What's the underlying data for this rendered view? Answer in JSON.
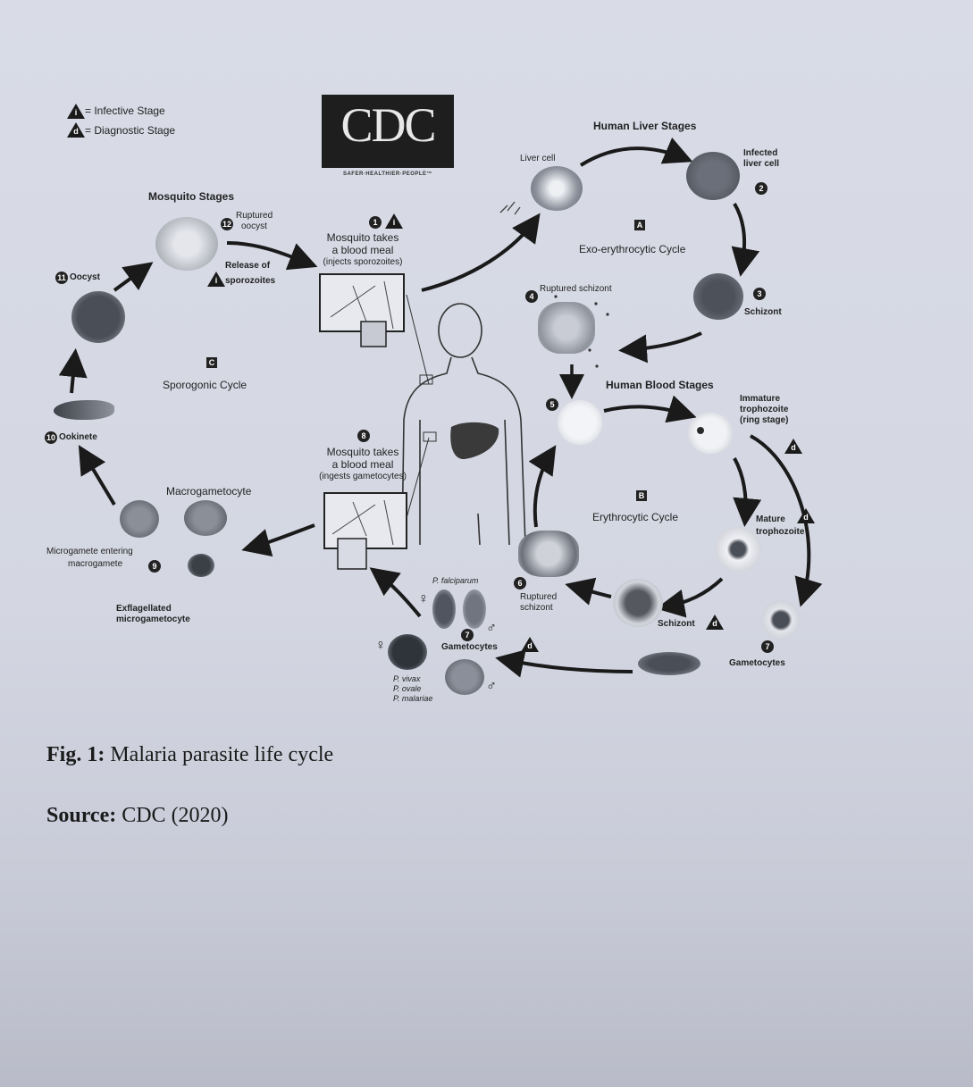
{
  "legend": {
    "infective": "= Infective Stage",
    "diagnostic": "= Diagnostic Stage",
    "infective_symbol": "i",
    "diagnostic_symbol": "d"
  },
  "logo": {
    "text": "CDC",
    "tagline": "SAFER·HEALTHIER·PEOPLE™"
  },
  "sections": {
    "mosquito_stages": "Mosquito Stages",
    "liver_stages": "Human Liver Stages",
    "blood_stages": "Human Blood Stages"
  },
  "cycles": {
    "exo": {
      "letter": "A",
      "name": "Exo-erythrocytic Cycle"
    },
    "ery": {
      "letter": "B",
      "name": "Erythrocytic Cycle"
    },
    "spo": {
      "letter": "C",
      "name": "Sporogonic Cycle"
    }
  },
  "steps": {
    "s1": {
      "num": "1",
      "line1": "Mosquito takes",
      "line2": "a blood meal",
      "line3": "(injects sporozoites)"
    },
    "s2": {
      "num": "2",
      "line1": "Infected",
      "line2": "liver cell"
    },
    "s3": {
      "num": "3",
      "label": "Schizont"
    },
    "s4": {
      "num": "4",
      "label": "Ruptured schizont"
    },
    "s5": {
      "num": "5"
    },
    "s6": {
      "num": "6",
      "line1": "Ruptured",
      "line2": "schizont"
    },
    "s7": {
      "num": "7",
      "label": "Gametocytes"
    },
    "s8": {
      "num": "8",
      "line1": "Mosquito takes",
      "line2": "a blood meal",
      "line3": "(ingests gametocytes)"
    },
    "s9": {
      "num": "9",
      "line1": "Microgamete entering",
      "line2": "macrogamete"
    },
    "s10": {
      "num": "10",
      "label": "Ookinete"
    },
    "s11": {
      "num": "11",
      "label": "Oocyst"
    },
    "s12": {
      "num": "12",
      "line1": "Ruptured",
      "line2": "oocyst"
    }
  },
  "labels": {
    "liver_cell": "Liver cell",
    "release_line1": "Release of",
    "release_line2": "sporozoites",
    "immature_line1": "Immature",
    "immature_line2": "trophozoite",
    "immature_line3": "(ring stage)",
    "mature_line1": "Mature",
    "mature_line2": "trophozoite",
    "schizont_blood": "Schizont",
    "macrogametocyte": "Macrogametocyte",
    "exflag_line1": "Exflagellated",
    "exflag_line2": "microgametocyte",
    "p_falciparum": "P. falciparum",
    "p_vivax": "P. vivax",
    "p_ovale": "P. ovale",
    "p_malariae": "P. malariae",
    "gametocytes_center": "Gametocytes",
    "female": "♀",
    "male": "♂"
  },
  "caption": {
    "fig_label": "Fig. 1:",
    "fig_text": " Malaria parasite life cycle",
    "source_label": "Source:",
    "source_text": " CDC (2020)"
  }
}
